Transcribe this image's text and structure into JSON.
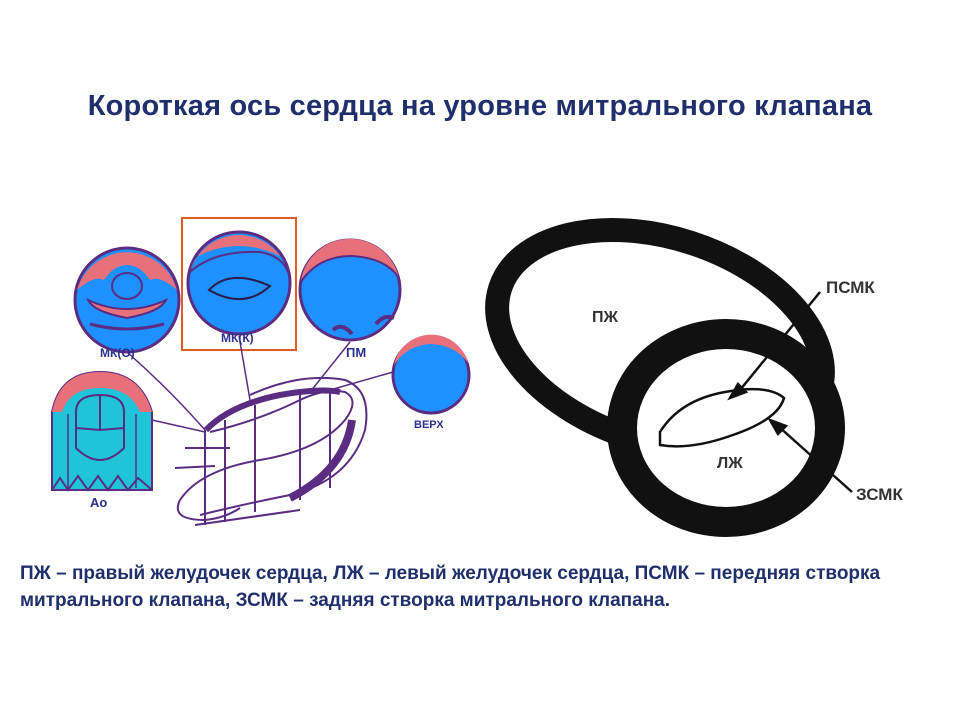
{
  "slide": {
    "title": "Короткая ось сердца на уровне митрального клапана",
    "caption": "ПЖ – правый желудочек сердца, ЛЖ – левый желудочек сердца, ПСМК – передняя створка митрального клапана, ЗСМК – задняя створка митрального клапана."
  },
  "left_diagram": {
    "labels": {
      "mk_open": "МК(О)",
      "mk_closed": "МК(К)",
      "pm": "ПМ",
      "apex": "ВЕРХ",
      "aorta": "Ао"
    },
    "highlight_color": "#e05a2b",
    "colors": {
      "blue": "#1e90ff",
      "salmon": "#e8707a",
      "outline": "#5b2d82",
      "cyan": "#20c4d8"
    }
  },
  "right_diagram": {
    "labels": {
      "rv": "ПЖ",
      "lv": "ЛЖ",
      "psmk": "ПСМК",
      "zsmk": "ЗСМК"
    }
  }
}
